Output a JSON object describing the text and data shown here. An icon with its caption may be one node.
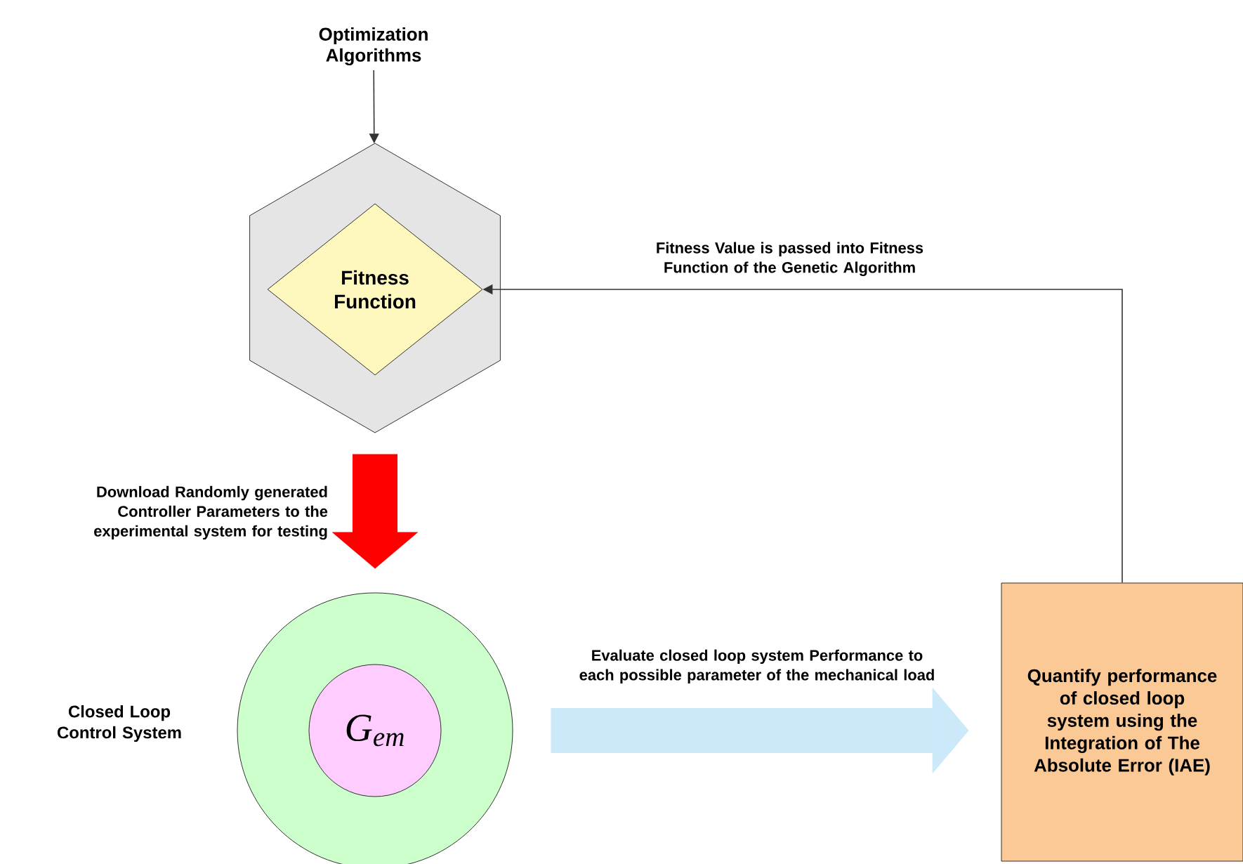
{
  "diagram": {
    "nodes": [
      {
        "text": [
          "Optimization Algorithms"
        ]
      },
      {
        "text": [],
        "shape": "hexagon"
      },
      {
        "text": [
          "Fitness Function"
        ],
        "in": 1
      },
      {
        "text": [],
        "shape": "circle",
        "beside": [
          "Closed Loop Control System"
        ]
      },
      {
        "text": [
          "G$_{em}$"
        ],
        "in": 3
      },
      {
        "text": [
          "Quantify performance of closed loop system using the Integration of The Absolute Error (IAE)"
        ]
      }
    ],
    "edges": [
      {
        "from": 0,
        "to": 1,
        "arrow": "to"
      },
      {
        "from": 5,
        "to": 2,
        "arrow": "to",
        "label": "Fitness Value is passed into Fitness Function of the Genetic Algorithm"
      },
      {
        "from": 1,
        "to": 3,
        "arrow": "to",
        "style": "thick",
        "color": "#ff0000",
        "label": "Download Randomly generated Controller Parameters to the experimental system for testing"
      },
      {
        "from": 3,
        "to": 5,
        "arrow": "to",
        "style": "thick",
        "color": "#cce9fa",
        "label": "Evaluate closed loop system Performance to each possible parameter of the mechanical load"
      }
    ]
  }
}
